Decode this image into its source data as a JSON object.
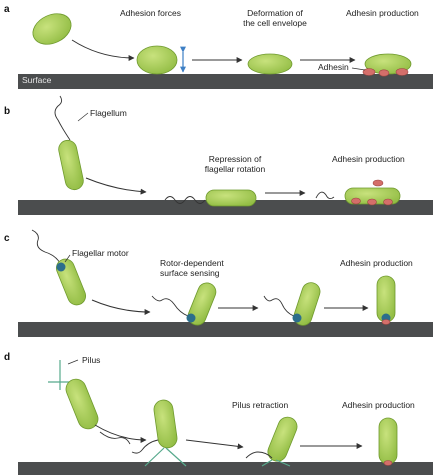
{
  "panels": {
    "a": {
      "letter": "a",
      "surface": "Surface",
      "adhesion_forces": "Adhesion forces",
      "deformation": "Deformation of\nthe cell envelope",
      "adhesin_production": "Adhesin production",
      "adhesin": "Adhesin"
    },
    "b": {
      "letter": "b",
      "flagellum": "Flagellum",
      "repression": "Repression of\nflagellar rotation",
      "adhesin_production": "Adhesin production"
    },
    "c": {
      "letter": "c",
      "flagellar_motor": "Flagellar motor",
      "rotor_sensing": "Rotor-dependent\nsurface sensing",
      "adhesin_production": "Adhesin production"
    },
    "d": {
      "letter": "d",
      "pilus": "Pilus",
      "pilus_retraction": "Pilus retraction",
      "adhesin_production": "Adhesin production"
    }
  },
  "colors": {
    "cell_fill": "#a8cc57",
    "cell_stroke": "#6f9a2e",
    "surface": "#4b4d4e",
    "adhesin": "#d46f6a",
    "motor": "#2c6e8c",
    "force_arrow": "#3d7fc4",
    "pilus": "#56a98c"
  }
}
